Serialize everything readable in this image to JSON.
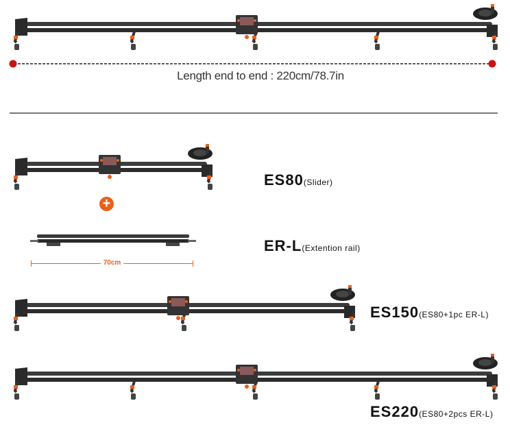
{
  "top": {
    "length_text": "Length end to end : 220cm/78.7in",
    "marker_color": "#cc1111"
  },
  "products": [
    {
      "model": "ES80",
      "description": "(Slider)"
    },
    {
      "model": "ER-L",
      "description": "(Extention rail)"
    },
    {
      "model": "ES150",
      "description": "(ES80+1pc ER-L)"
    },
    {
      "model": "ES220",
      "description": "(ES80+2pcs ER-L)"
    }
  ],
  "plus_icon": "plus-icon",
  "rail_measure": "70cm",
  "accent_color": "#e8601c"
}
